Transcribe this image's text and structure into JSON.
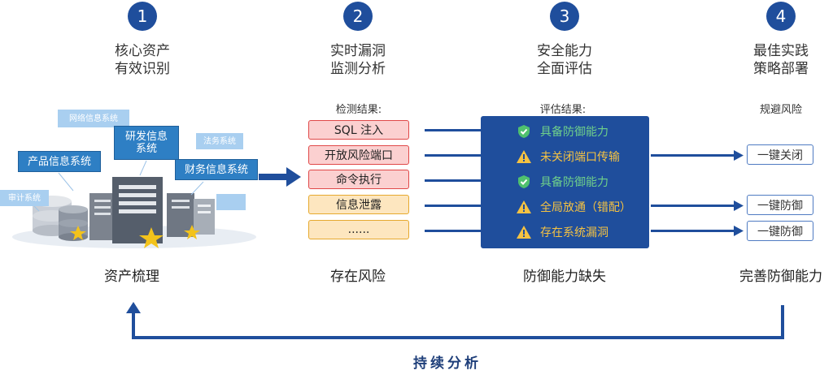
{
  "steps": [
    {
      "num": "1",
      "title_line1": "核心资产",
      "title_line2": "有效识别",
      "bottom": "资产梳理"
    },
    {
      "num": "2",
      "title_line1": "实时漏洞",
      "title_line2": "监测分析",
      "bottom": "存在风险"
    },
    {
      "num": "3",
      "title_line1": "安全能力",
      "title_line2": "全面评估",
      "bottom": "防御能力缺失"
    },
    {
      "num": "4",
      "title_line1": "最佳实践",
      "title_line2": "策略部署",
      "bottom": "完善防御能力"
    }
  ],
  "assets": {
    "systems": {
      "network": "网络信息系统",
      "rd_line1": "研发信息",
      "rd_line2": "系统",
      "law": "法务系统",
      "product": "产品信息系统",
      "finance": "财务信息系统",
      "audit": "审计系统"
    }
  },
  "detection": {
    "label": "检测结果:",
    "items": [
      {
        "text": "SQL 注入",
        "level": "red"
      },
      {
        "text": "开放风险端口",
        "level": "red"
      },
      {
        "text": "命令执行",
        "level": "red"
      },
      {
        "text": "信息泄露",
        "level": "yellow"
      },
      {
        "text": "......",
        "level": "yellow"
      }
    ]
  },
  "evaluation": {
    "label": "评估结果:",
    "items": [
      {
        "text": "具备防御能力",
        "status": "ok",
        "icon": "shield-check-icon"
      },
      {
        "text": "未关闭端口传输",
        "status": "warn",
        "icon": "warning-icon"
      },
      {
        "text": "具备防御能力",
        "status": "ok",
        "icon": "shield-check-icon"
      },
      {
        "text": "全局放通（错配）",
        "status": "warn",
        "icon": "warning-icon"
      },
      {
        "text": "存在系统漏洞",
        "status": "warn",
        "icon": "warning-icon"
      }
    ]
  },
  "actions": {
    "label": "规避风险",
    "items": [
      "一键关闭",
      "一键防御",
      "一键防御"
    ]
  },
  "loop": {
    "label": "持续分析"
  },
  "colors": {
    "primary": "#1f4e9c",
    "risk_red": "#e04848",
    "risk_yellow": "#e6a92e",
    "ok_green": "#6fd08a",
    "warn_yellow": "#f5c242"
  }
}
